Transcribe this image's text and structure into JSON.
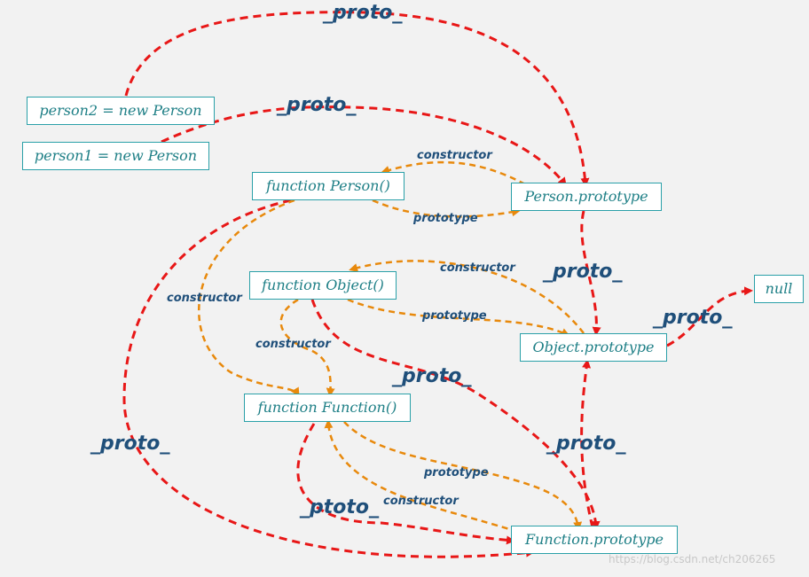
{
  "nodes": {
    "person2": "person2 = new Person",
    "person1": "person1 = new Person",
    "person_fn": "function Person()",
    "person_proto": "Person.prototype",
    "object_fn": "function Object()",
    "object_proto": "Object.prototype",
    "function_fn": "function Function()",
    "function_proto": "Function.prototype",
    "null": "null"
  },
  "labels": {
    "proto": "_proto_",
    "ptoto": "_ptoto_",
    "constructor": "constructor",
    "prototype": "prototype"
  },
  "colors": {
    "proto_edge": "#e81717",
    "link_edge": "#e8890c",
    "text": "#1f4f7a",
    "node_text": "#1e7f86",
    "node_border": "#2aa0a8"
  },
  "watermark": "https://blog.csdn.net/ch206265"
}
